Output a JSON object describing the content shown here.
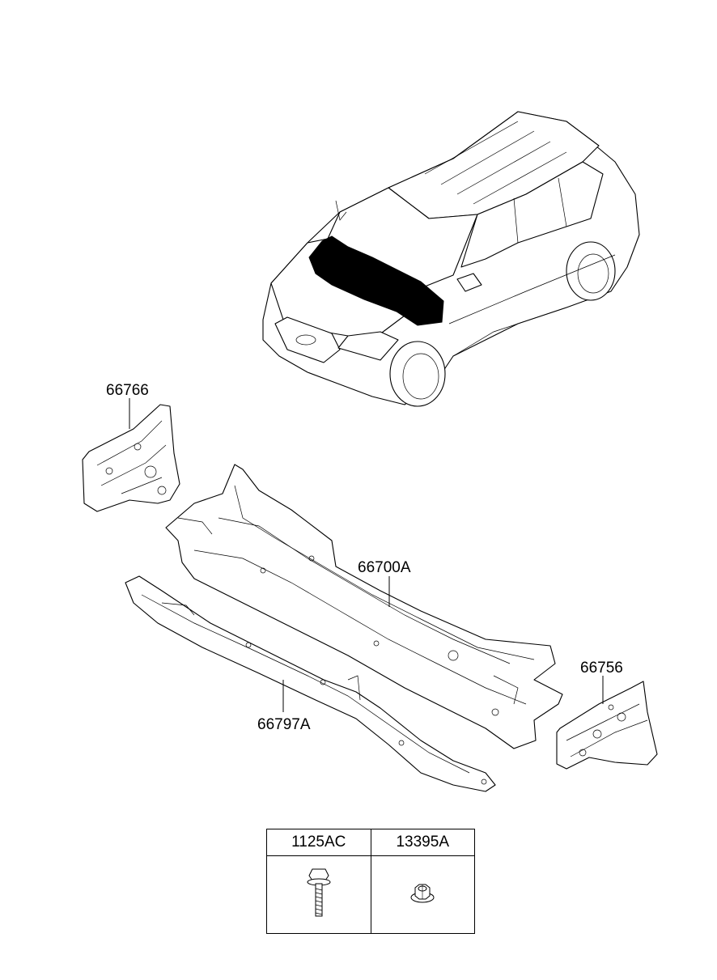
{
  "parts": {
    "p66766": "66766",
    "p66700A": "66700A",
    "p66756": "66756",
    "p66797A": "66797A"
  },
  "fasteners": [
    {
      "part_no": "1125AC",
      "icon": "flange-bolt-icon"
    },
    {
      "part_no": "13395A",
      "icon": "flange-nut-icon"
    }
  ],
  "colors": {
    "line": "#000000",
    "highlight": "#000000",
    "background": "#ffffff"
  }
}
